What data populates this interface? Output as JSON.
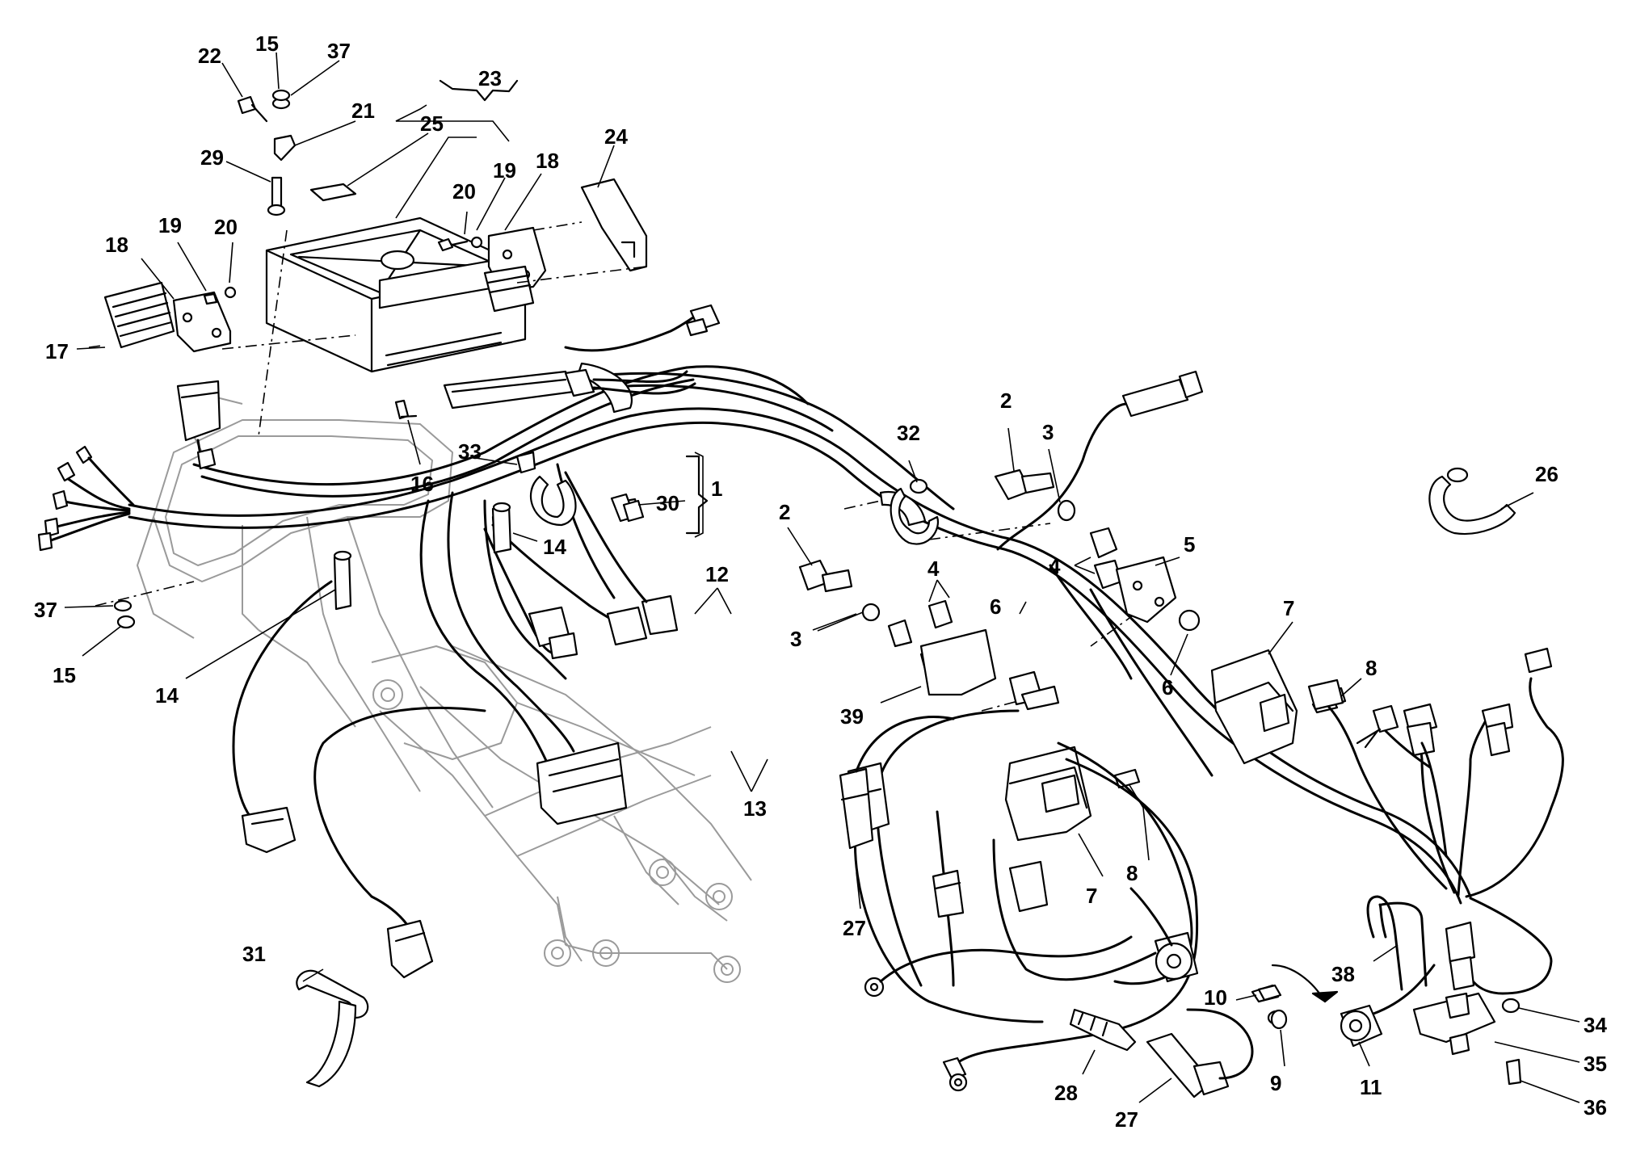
{
  "diagram": {
    "type": "exploded-parts-view",
    "callouts": [
      {
        "id": "c22a",
        "label": "22"
      },
      {
        "id": "c15a",
        "label": "15"
      },
      {
        "id": "c37a",
        "label": "37"
      },
      {
        "id": "c21",
        "label": "21"
      },
      {
        "id": "c23",
        "label": "23"
      },
      {
        "id": "c25",
        "label": "25"
      },
      {
        "id": "c29",
        "label": "29"
      },
      {
        "id": "c24",
        "label": "24"
      },
      {
        "id": "c18a",
        "label": "18"
      },
      {
        "id": "c19a",
        "label": "19"
      },
      {
        "id": "c20a",
        "label": "20"
      },
      {
        "id": "c19b",
        "label": "19"
      },
      {
        "id": "c20b",
        "label": "20"
      },
      {
        "id": "c18b",
        "label": "18"
      },
      {
        "id": "c17",
        "label": "17"
      },
      {
        "id": "c16",
        "label": "16"
      },
      {
        "id": "c33",
        "label": "33"
      },
      {
        "id": "c30",
        "label": "30"
      },
      {
        "id": "c1",
        "label": "1"
      },
      {
        "id": "c14a",
        "label": "14"
      },
      {
        "id": "c37b",
        "label": "37"
      },
      {
        "id": "c15b",
        "label": "15"
      },
      {
        "id": "c14b",
        "label": "14"
      },
      {
        "id": "c12",
        "label": "12"
      },
      {
        "id": "c13",
        "label": "13"
      },
      {
        "id": "c2a",
        "label": "2"
      },
      {
        "id": "c3a",
        "label": "3"
      },
      {
        "id": "c32",
        "label": "32"
      },
      {
        "id": "c2b",
        "label": "2"
      },
      {
        "id": "c3b",
        "label": "3"
      },
      {
        "id": "c4a",
        "label": "4"
      },
      {
        "id": "c4b",
        "label": "4"
      },
      {
        "id": "c5",
        "label": "5"
      },
      {
        "id": "c26",
        "label": "26"
      },
      {
        "id": "c6a",
        "label": "6"
      },
      {
        "id": "c6b",
        "label": "6"
      },
      {
        "id": "c7a",
        "label": "7"
      },
      {
        "id": "c8a",
        "label": "8"
      },
      {
        "id": "c39",
        "label": "39"
      },
      {
        "id": "c8b",
        "label": "8"
      },
      {
        "id": "c7b",
        "label": "7"
      },
      {
        "id": "c27a",
        "label": "27"
      },
      {
        "id": "c31",
        "label": "31"
      },
      {
        "id": "c38",
        "label": "38"
      },
      {
        "id": "c10",
        "label": "10"
      },
      {
        "id": "c9",
        "label": "9"
      },
      {
        "id": "c11",
        "label": "11"
      },
      {
        "id": "c28",
        "label": "28"
      },
      {
        "id": "c27b",
        "label": "27"
      },
      {
        "id": "c34",
        "label": "34"
      },
      {
        "id": "c35",
        "label": "35"
      },
      {
        "id": "c36",
        "label": "36"
      }
    ]
  }
}
